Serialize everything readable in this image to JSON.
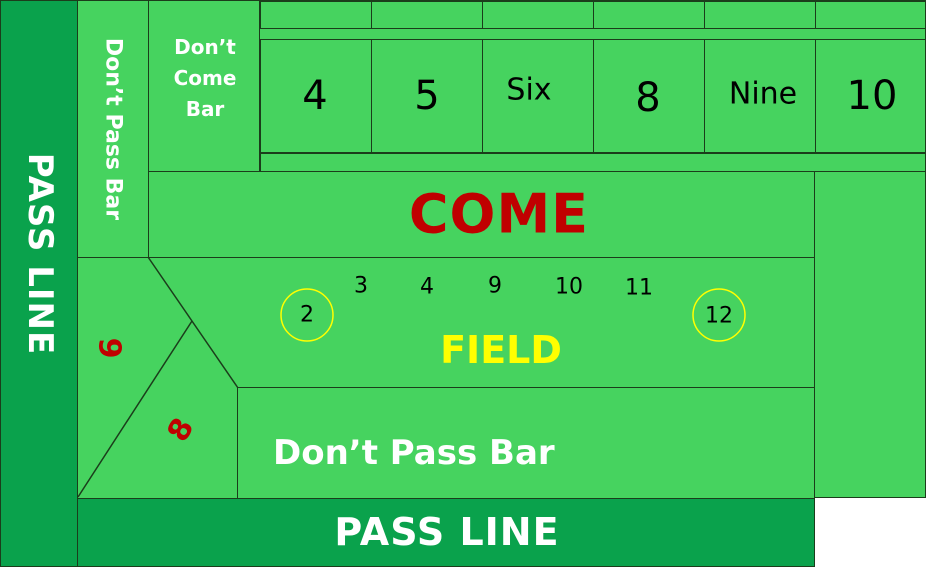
{
  "table": {
    "pass_line_left": "PASS LINE",
    "pass_line_bottom": "PASS LINE",
    "dont_pass_bar_vertical": "Don’t Pass Bar",
    "dont_pass_bar_bottom": "Don’t Pass Bar",
    "dont_come_bar": [
      "Don’t",
      "Come",
      "Bar"
    ],
    "come": "COME",
    "field": "FIELD",
    "field_numbers": [
      "2",
      "3",
      "4",
      "9",
      "10",
      "11",
      "12"
    ],
    "big6": "6",
    "big8": "8"
  },
  "place_numbers": [
    "4",
    "5",
    "Six",
    "8",
    "Nine",
    "10"
  ],
  "colors": {
    "felt_light": "#46d35f",
    "felt_dark": "#0aa24c",
    "come_text": "#c00000",
    "field_text": "#ffff00",
    "field_circle": "#ffff00",
    "big_six_eight": "#c00000",
    "line": "#1b3d1b"
  }
}
